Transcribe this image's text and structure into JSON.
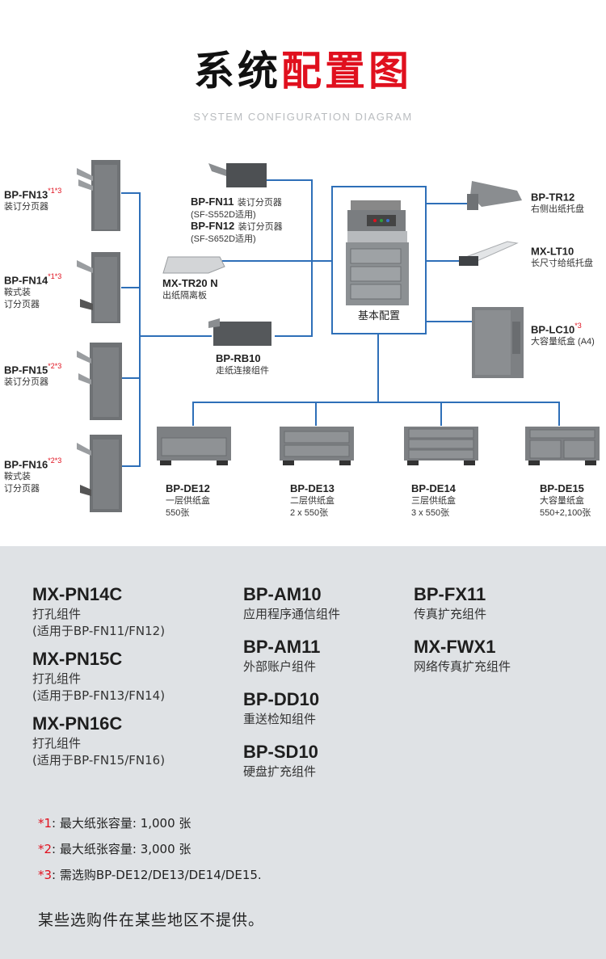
{
  "header": {
    "title_dark": "系统",
    "title_red": "配置图",
    "subtitle": "SYSTEM CONFIGURATION DIAGRAM"
  },
  "finishers": [
    {
      "model": "BP-FN13",
      "note": "*1*3",
      "desc1": "装订分页器",
      "desc2": ""
    },
    {
      "model": "BP-FN14",
      "note": "*1*3",
      "desc1": "鞍式装",
      "desc2": "订分页器"
    },
    {
      "model": "BP-FN15",
      "note": "*2*3",
      "desc1": "装订分页器",
      "desc2": ""
    },
    {
      "model": "BP-FN16",
      "note": "*2*3",
      "desc1": "鞍式装",
      "desc2": "订分页器"
    }
  ],
  "center": {
    "fn11_model": "BP-FN11",
    "fn11_desc": "装订分页器",
    "fn11_sub": "(SF-S552D适用)",
    "fn12_model": "BP-FN12",
    "fn12_desc": "装订分页器",
    "fn12_sub": "(SF-S652D适用)",
    "tr20_model": "MX-TR20 N",
    "tr20_desc": "出纸隔离板",
    "rb10_model": "BP-RB10",
    "rb10_desc": "走纸连接组件",
    "base_label": "基本配置"
  },
  "right_options": [
    {
      "model": "BP-TR12",
      "note": "",
      "desc": "右侧出纸托盘"
    },
    {
      "model": "MX-LT10",
      "note": "",
      "desc": "长尺寸给纸托盘"
    },
    {
      "model": "BP-LC10",
      "note": "*3",
      "desc": "大容量纸盒 (A4)"
    }
  ],
  "drawers": [
    {
      "model": "BP-DE12",
      "desc": "一层供纸盒",
      "cap": "550张"
    },
    {
      "model": "BP-DE13",
      "desc": "二层供纸盒",
      "cap": "2 x 550张"
    },
    {
      "model": "BP-DE14",
      "desc": "三层供纸盒",
      "cap": "3 x 550张"
    },
    {
      "model": "BP-DE15",
      "desc": "大容量纸盒",
      "cap": "550+2,100张"
    }
  ],
  "options_col1": [
    {
      "model": "MX-PN14C",
      "desc": "打孔组件",
      "sub": "(适用于BP-FN11/FN12)"
    },
    {
      "model": "MX-PN15C",
      "desc": "打孔组件",
      "sub": "(适用于BP-FN13/FN14)"
    },
    {
      "model": "MX-PN16C",
      "desc": "打孔组件",
      "sub": "(适用于BP-FN15/FN16)"
    }
  ],
  "options_col2": [
    {
      "model": "BP-AM10",
      "desc": "应用程序通信组件"
    },
    {
      "model": "BP-AM11",
      "desc": "外部账户组件"
    },
    {
      "model": "BP-DD10",
      "desc": "重送检知组件"
    },
    {
      "model": "BP-SD10",
      "desc": "硬盘扩充组件"
    }
  ],
  "options_col3": [
    {
      "model": "BP-FX11",
      "desc": "传真扩充组件"
    },
    {
      "model": "MX-FWX1",
      "desc": "网络传真扩充组件"
    }
  ],
  "notes": [
    {
      "mark": "*1",
      "text": ": 最大纸张容量: 1,000 张"
    },
    {
      "mark": "*2",
      "text": ": 最大纸张容量: 3,000 张"
    },
    {
      "mark": "*3",
      "text": ": 需选购BP-DE12/DE13/DE14/DE15."
    }
  ],
  "footer": "某些选购件在某些地区不提供。",
  "colors": {
    "accent_red": "#e0101e",
    "line_blue": "#2e6fb8",
    "panel_bg": "#dfe2e5"
  }
}
